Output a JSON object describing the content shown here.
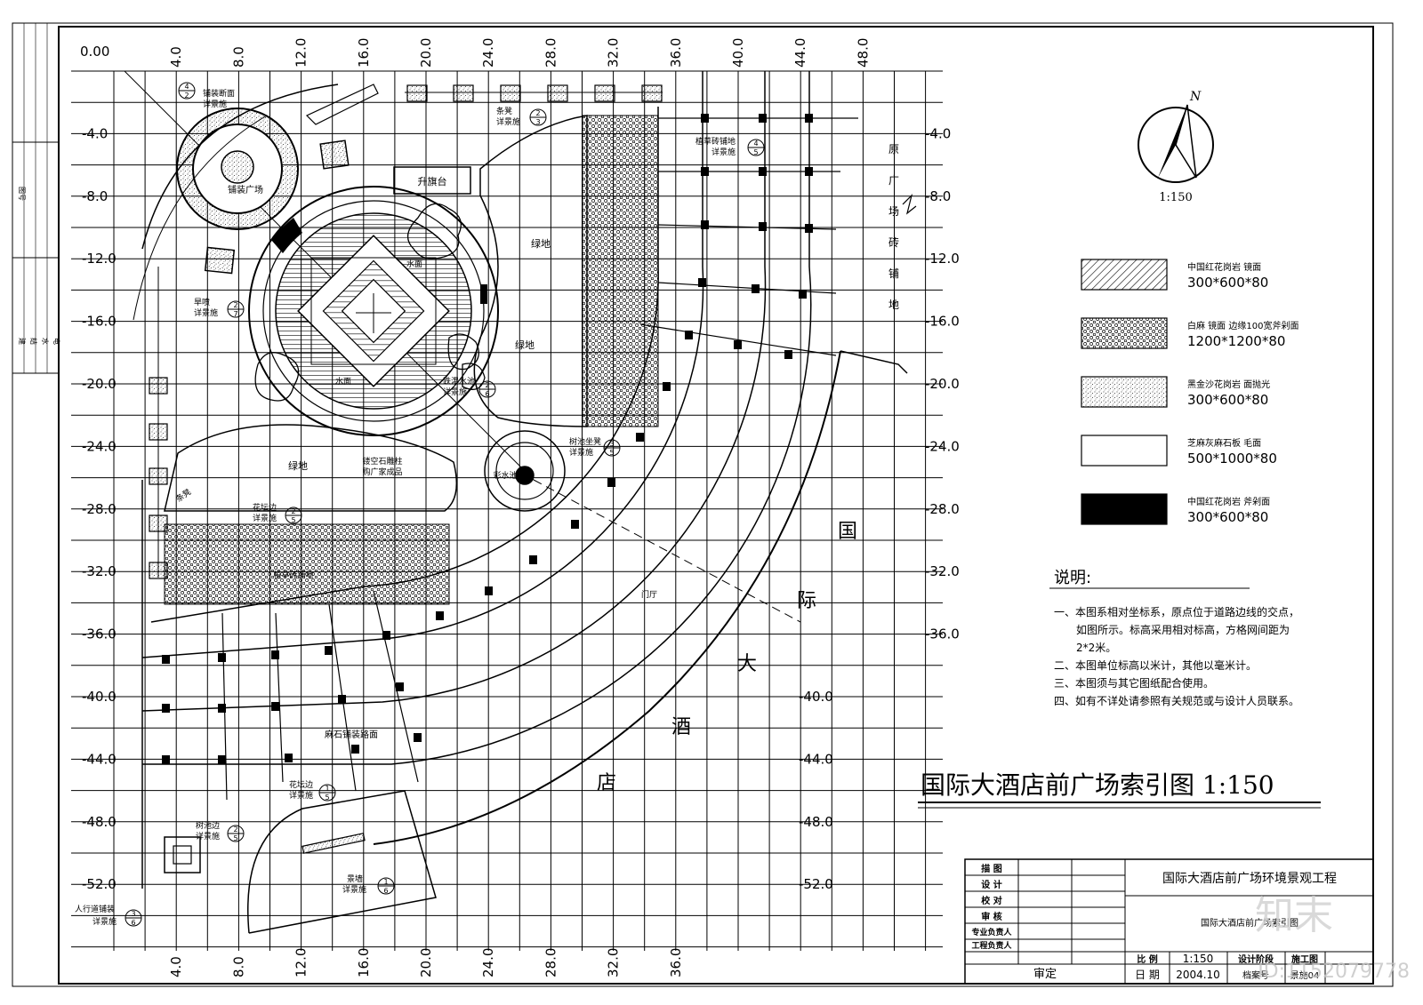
{
  "drawing": {
    "title": "国际大酒店前广场索引图 1:150",
    "x_ticks": [
      "4.0",
      "8.0",
      "12.0",
      "16.0",
      "20.0",
      "24.0",
      "28.0",
      "32.0",
      "36.0",
      "40.0",
      "44.0",
      "48.0"
    ],
    "origin": "0.00",
    "y_ticks_left": [
      "-4.0",
      "-8.0",
      "-12.0",
      "-16.0",
      "-20.0",
      "-24.0",
      "-28.0",
      "-32.0",
      "-36.0",
      "-40.0",
      "-44.0",
      "-48.0",
      "-52.0"
    ],
    "y_ticks_right_upper": [
      "-4.0",
      "-8.0",
      "-12.0",
      "-16.0",
      "-20.0",
      "-24.0",
      "-28.0",
      "-32.0",
      "-36.0"
    ],
    "y_ticks_right_lower": [
      "-40.0",
      "-44.0",
      "-48.0",
      "-52.0"
    ]
  },
  "compass": {
    "north": "N",
    "scale": "1:150"
  },
  "legend": [
    {
      "name": "中国红花岗岩  镜面",
      "size": "300*600*80",
      "pattern": "hatch"
    },
    {
      "name": "白麻  镜面  边缘100宽斧剁面",
      "size": "1200*1200*80",
      "pattern": "dots"
    },
    {
      "name": "黑金沙花岗岩  面抛光",
      "size": "300*600*80",
      "pattern": "speckle"
    },
    {
      "name": "芝麻灰麻石板  毛面",
      "size": "500*1000*80",
      "pattern": "blank"
    },
    {
      "name": "中国红花岗岩  斧剁面",
      "size": "300*600*80",
      "pattern": "solid"
    }
  ],
  "notes": {
    "heading": "说明:",
    "items": [
      "一、本图系相对坐标系，原点位于道路边线的交点，",
      "如图所示。标高采用相对标高，方格网间距为",
      "2*2米。",
      "二、本图单位标高以米计，其他以毫米计。",
      "三、本图须与其它图纸配合使用。",
      "四、如有不详处请参照有关规范或与设计人员联系。"
    ]
  },
  "plan_labels": {
    "hotel": [
      "国",
      "际",
      "大",
      "酒",
      "店"
    ],
    "original_plaza": [
      "原",
      "广",
      "场",
      "砖",
      "铺",
      "地"
    ],
    "flagpole": "升旗台",
    "green1": "绿地",
    "green2": "绿地",
    "green3": "绿地",
    "water1": "水面",
    "water2": "水面",
    "lobby": "门厅",
    "paved_plaza": "铺装广场",
    "column": "镂空石雕柱",
    "column2": "购广家成品",
    "paving_road": "麻石铺装路面",
    "grass_paving": "植草砖铺地",
    "bench": "条凳",
    "fountain": "彩水池"
  },
  "callouts": [
    {
      "text": "铺装断面",
      "sub": "详景施",
      "num": "4",
      "den": "2"
    },
    {
      "text": "条凳",
      "sub": "详景施",
      "num": "2",
      "den": "3"
    },
    {
      "text": "植草砖铺地",
      "sub": "详景施",
      "num": "4",
      "den": "5"
    },
    {
      "text": "旱喷",
      "sub": "详景施",
      "num": "2",
      "den": "7"
    },
    {
      "text": "跌瀑水池",
      "sub": "详景施",
      "num": "2",
      "den": "6"
    },
    {
      "text": "树池坐凳",
      "sub": "详景施",
      "num": "3",
      "den": "5"
    },
    {
      "text": "花坛边",
      "sub": "详景施",
      "num": "2",
      "den": "5"
    },
    {
      "text": "花坛边",
      "sub": "详景施",
      "num": "1",
      "den": "5"
    },
    {
      "text": "树池边",
      "sub": "详景施",
      "num": "2",
      "den": "5"
    },
    {
      "text": "景墙",
      "sub": "详景施",
      "num": "1",
      "den": "6"
    },
    {
      "text": "人行道铺装",
      "sub": "详景施",
      "num": "3",
      "den": "6"
    }
  ],
  "title_block": {
    "roles": [
      "描  图",
      "设  计",
      "校  对",
      "审  核",
      "专业负责人",
      "工程负责人"
    ],
    "project": "国际大酒店前广场环境景观工程",
    "sheet": "国际大酒店前广场索引图",
    "scale_label": "比  例",
    "scale_value": "1:150",
    "stage_label": "设计阶段",
    "stage_value": "施工图",
    "date_label": "日  期",
    "date_value": "2004.10",
    "archive_label": "档案号",
    "sheet_no": "景施04",
    "approve": "审定"
  },
  "side_strip": [
    "图号",
    "建",
    "结",
    "水",
    "电",
    "暖",
    "备注"
  ],
  "watermark": {
    "brand": "知末",
    "id": "ID:1152079778"
  }
}
